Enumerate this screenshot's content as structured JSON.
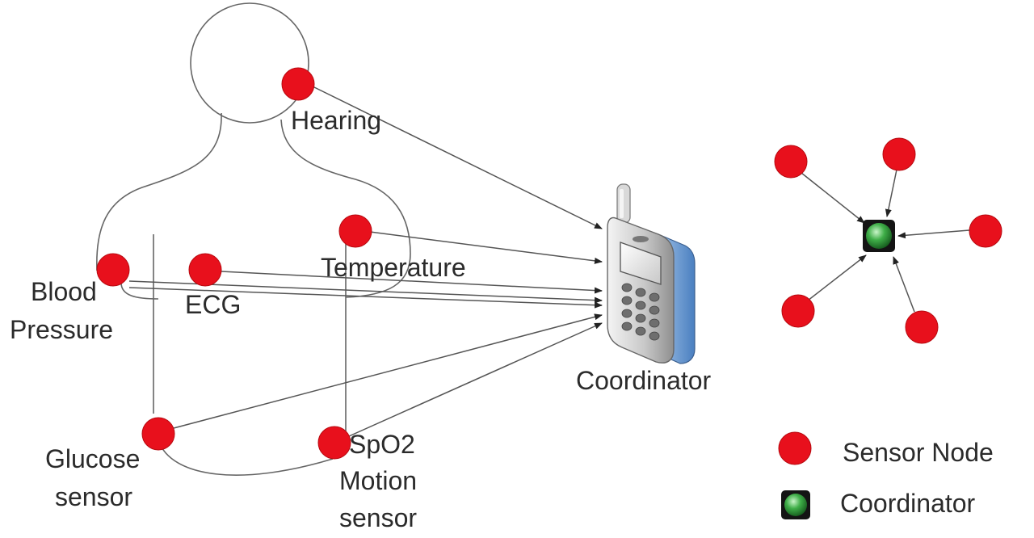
{
  "colors": {
    "sensor_fill": "#e8101c",
    "sensor_stroke": "#b80a10",
    "coordinator_fill": "#2e9b3c",
    "line": "#555555",
    "outline": "#666666"
  },
  "body_sensors": {
    "hearing": "Hearing",
    "temperature": "Temperature",
    "blood_pressure_line1": "Blood",
    "blood_pressure_line2": "Pressure",
    "ecg": "ECG",
    "glucose_line1": "Glucose",
    "glucose_line2": "sensor",
    "spo2_line1": "SpO2",
    "spo2_line2": "Motion",
    "spo2_line3": "sensor"
  },
  "coordinator": {
    "label": "Coordinator",
    "icon": "mobile-phone-icon"
  },
  "legend": {
    "sensor_node": "Sensor Node",
    "coordinator": "Coordinator"
  }
}
